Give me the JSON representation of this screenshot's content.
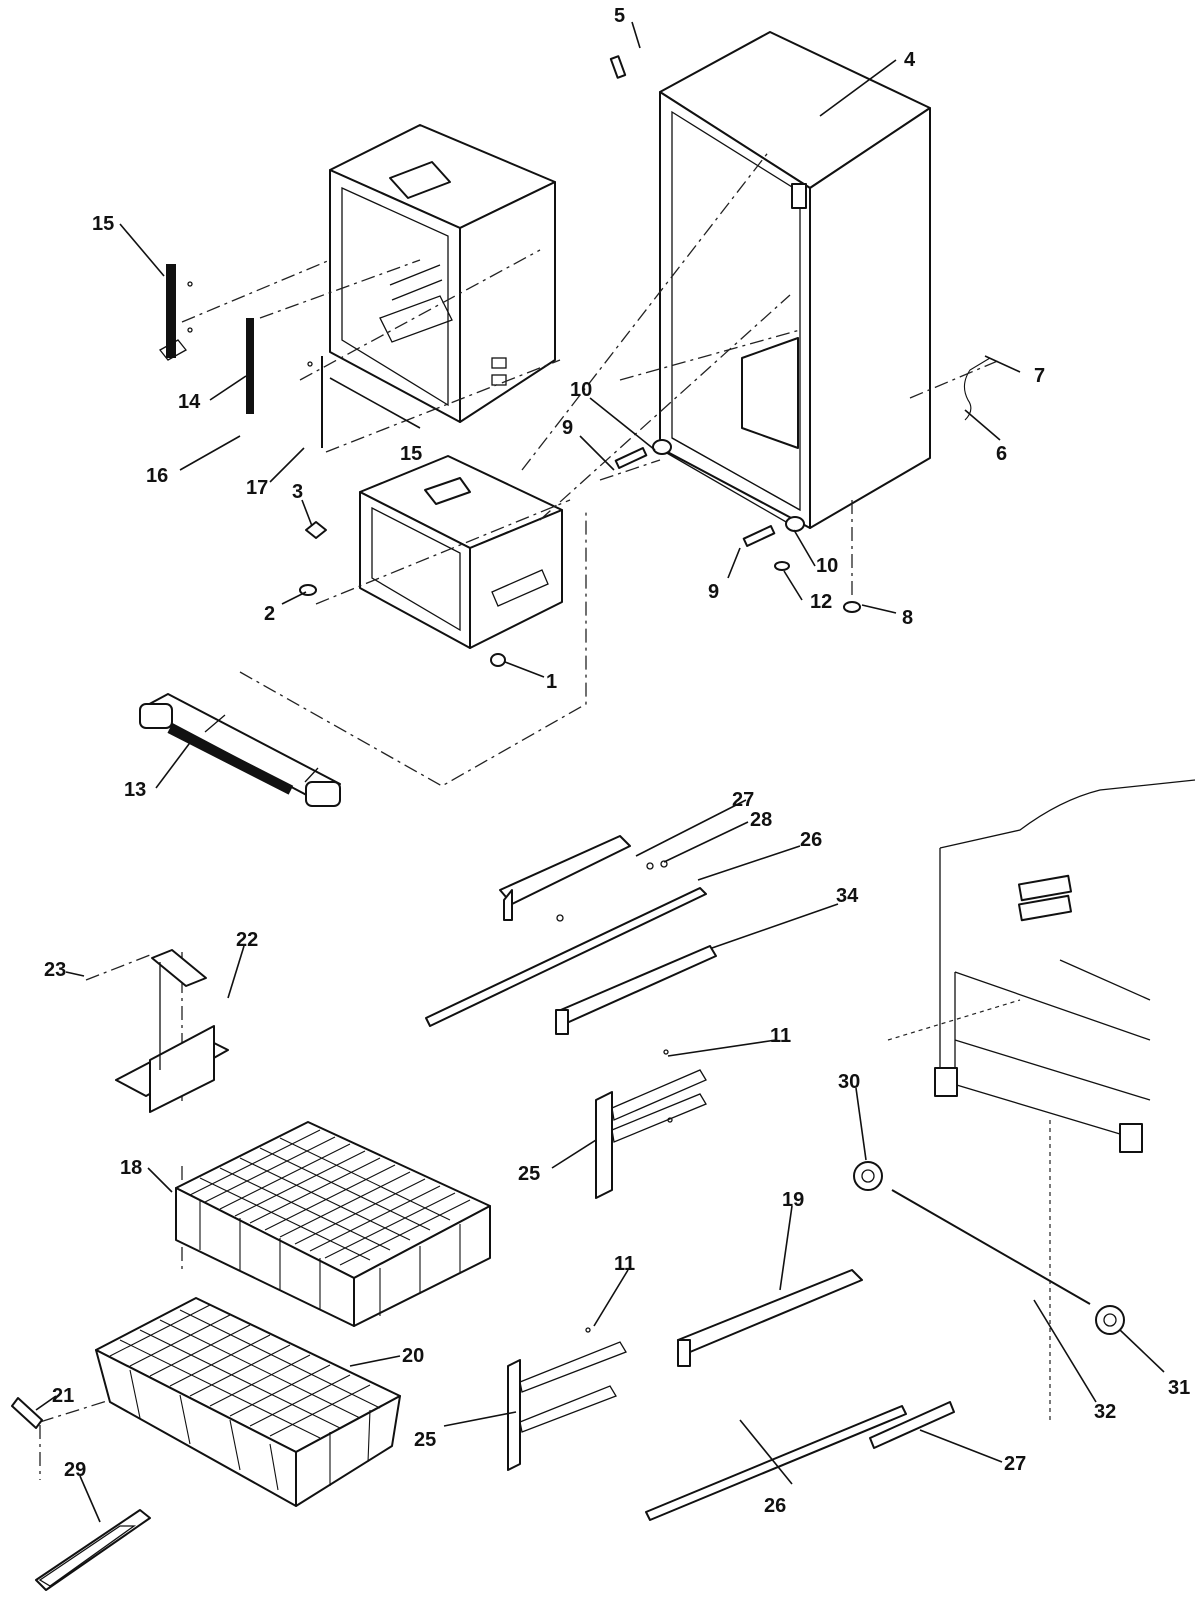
{
  "callouts": {
    "c1": "1",
    "c2": "2",
    "c3": "3",
    "c4": "4",
    "c5": "5",
    "c6": "6",
    "c7": "7",
    "c8": "8",
    "c9a": "9",
    "c9b": "9",
    "c10a": "10",
    "c10b": "10",
    "c11a": "11",
    "c11b": "11",
    "c12": "12",
    "c13": "13",
    "c14": "14",
    "c15a": "15",
    "c15b": "15",
    "c16": "16",
    "c17": "17",
    "c18": "18",
    "c19": "19",
    "c20": "20",
    "c21": "21",
    "c22": "22",
    "c23": "23",
    "c25a": "25",
    "c25b": "25",
    "c26a": "26",
    "c26b": "26",
    "c27a": "27",
    "c27b": "27",
    "c28": "28",
    "c29": "29",
    "c30": "30",
    "c31": "31",
    "c32": "32",
    "c34": "34"
  }
}
